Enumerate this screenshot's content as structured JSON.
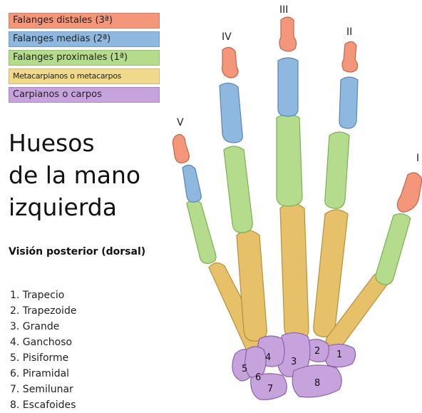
{
  "colors": {
    "distal": "#f4967a",
    "middle": "#8fb8e0",
    "proximal": "#b5db8c",
    "metacarpal": "#e6c16a",
    "carpal": "#c7a3dd"
  },
  "legend": [
    {
      "label": "Falanges distales (3ª)",
      "color": "#f4967a"
    },
    {
      "label": "Falanges medias (2ª)",
      "color": "#8fb8e0"
    },
    {
      "label": "Falanges proximales (1ª)",
      "color": "#b5db8c"
    },
    {
      "label": "Metacarpianos o metacarpos",
      "color": "#f1d98c"
    },
    {
      "label": "Carpianos o carpos",
      "color": "#c7a3dd"
    }
  ],
  "title": {
    "line1": "Huesos",
    "line2": "de la mano",
    "line3": "izquierda"
  },
  "subtitle": "Visión posterior (dorsal)",
  "carpals": [
    "1. Trapecio",
    "2. Trapezoide",
    "3. Grande",
    "4. Ganchoso",
    "5. Pisiforme",
    "6. Piramidal",
    "7. Semilunar",
    "8. Escafoides"
  ],
  "fingers": {
    "i": "I",
    "ii": "II",
    "iii": "III",
    "iv": "IV",
    "v": "V"
  },
  "carpal_numbers": {
    "n1": "1",
    "n2": "2",
    "n3": "3",
    "n4": "4",
    "n5": "5",
    "n6": "6",
    "n7": "7",
    "n8": "8"
  }
}
